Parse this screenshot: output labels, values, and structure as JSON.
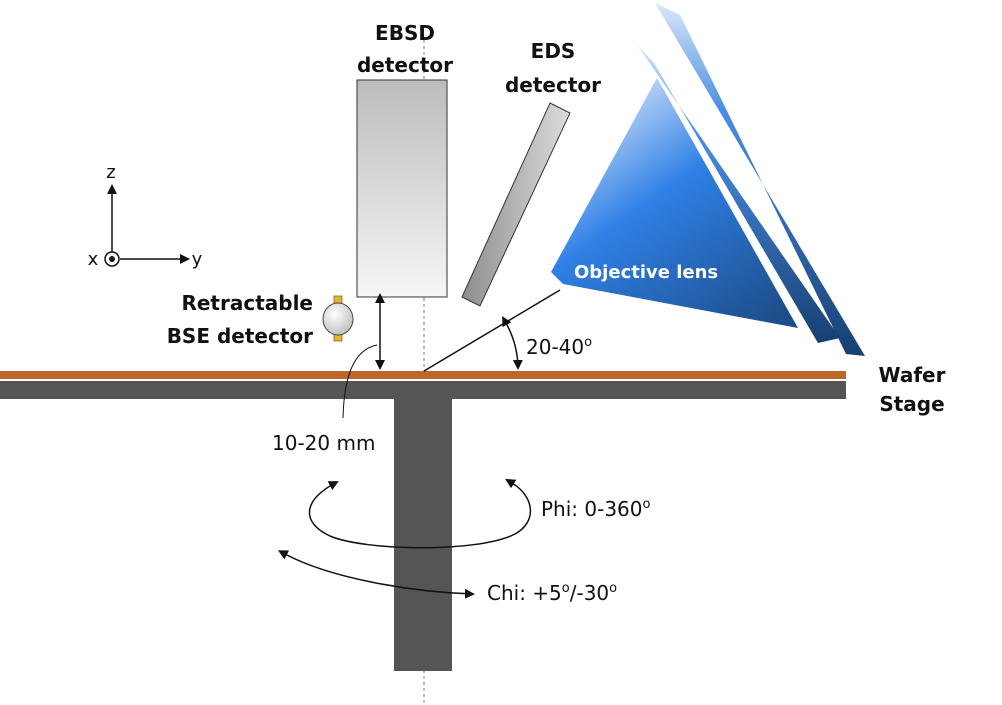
{
  "labels": {
    "ebsd_line1": "EBSD",
    "ebsd_line2": "detector",
    "eds_line1": "EDS",
    "eds_line2": "detector",
    "objective": "Objective lens",
    "bse_line1": "Retractable",
    "bse_line2": "BSE detector",
    "wafer": "Wafer",
    "stage": "Stage",
    "distance": "10-20 mm",
    "angle_base": "20-40",
    "angle_unit": "o",
    "phi_base": "Phi: 0-360",
    "phi_unit": "o",
    "chi_part1": "Chi: +5",
    "chi_unit1": "o",
    "chi_part2": "/-30",
    "chi_unit2": "o",
    "axis_z": "z",
    "axis_x": "x",
    "axis_y": "y"
  },
  "icons": {
    "axis_x_marker": "circle-dot-icon"
  },
  "colors": {
    "wafer": "#c0662a",
    "stage": "#555555",
    "lens_light": "#e8f0fb",
    "lens_mid": "#2f80e6",
    "lens_dark": "#1e4f8c",
    "bse_connector": "#e2b437"
  }
}
